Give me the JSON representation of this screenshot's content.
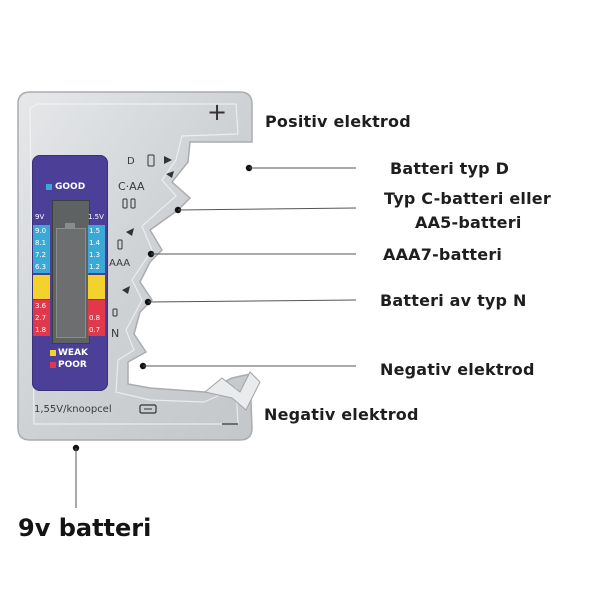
{
  "device": {
    "plus_symbol": "+",
    "minus_symbol": "—",
    "slot_labels": {
      "d": "D",
      "c_aa": "C·AA",
      "aaa": "AAA",
      "n": "N"
    },
    "button_cell_label": "1,55V/knoopcel",
    "panel": {
      "good_label": "GOOD",
      "weak_label": "WEAK",
      "poor_label": "POOR",
      "left_header": "9V",
      "right_header": "1.5V",
      "left_scale": [
        "9.0",
        "8.1",
        "7.2",
        "6.3",
        "",
        "",
        "3.6",
        "2.7",
        "1.8"
      ],
      "right_scale": [
        "1.5",
        "1.4",
        "1.3",
        "1.2",
        "",
        "",
        "0.8",
        "0.7"
      ],
      "colors": {
        "panel": "#4b3f97",
        "good": "#39a9d8",
        "weak": "#f3d22e",
        "poor": "#e2384b",
        "lcd": "#6c6e6f"
      }
    }
  },
  "callouts": {
    "positive_electrode": "Positiv elektrod",
    "battery_d": "Batteri typ D",
    "battery_c_aa_line1": "Typ C-batteri eller",
    "battery_c_aa_line2": "AA5-batteri",
    "battery_aaa7": "AAA7-batteri",
    "battery_n": "Batteri av typ N",
    "negative_electrode_right": "Negativ elektrod",
    "negative_electrode_bottom": "Negativ elektrod",
    "battery_9v": "9v batteri"
  }
}
